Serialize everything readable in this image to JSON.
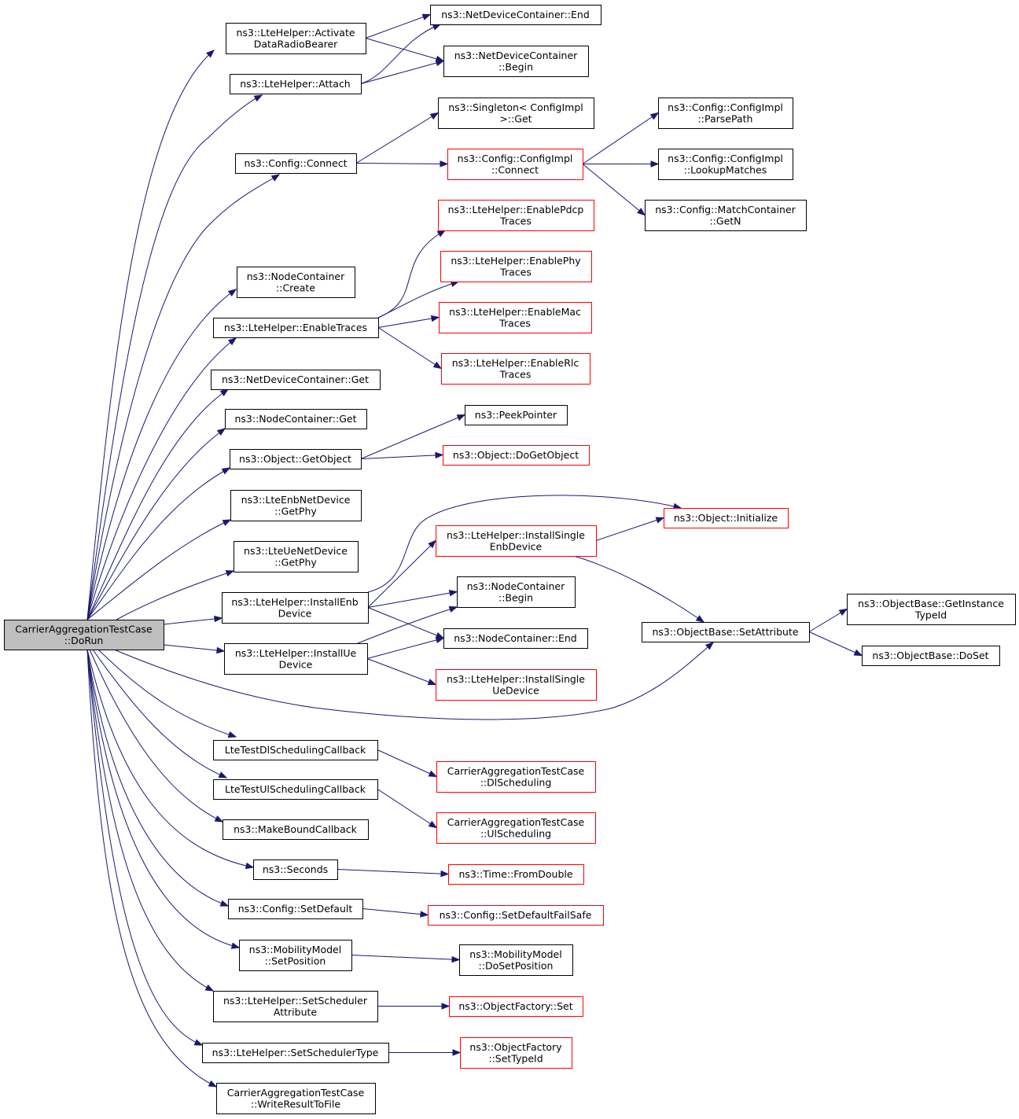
{
  "colors": {
    "edge": "#191970",
    "root_fill": "#bfbfbf",
    "node_fill": "#ffffff",
    "border_black": "#000000",
    "border_red": "#ff0000"
  },
  "nodes": [
    {
      "id": "root",
      "lines": [
        "CarrierAggregationTestCase",
        "::DoRun"
      ],
      "border": "black",
      "root": true
    },
    {
      "id": "activate",
      "lines": [
        "ns3::LteHelper::Activate",
        "DataRadioBearer"
      ],
      "border": "black"
    },
    {
      "id": "ndc_end",
      "lines": [
        "ns3::NetDeviceContainer::End"
      ],
      "border": "black"
    },
    {
      "id": "ndc_begin",
      "lines": [
        "ns3::NetDeviceContainer",
        "::Begin"
      ],
      "border": "black"
    },
    {
      "id": "attach",
      "lines": [
        "ns3::LteHelper::Attach"
      ],
      "border": "black"
    },
    {
      "id": "singleton_get",
      "lines": [
        "ns3::Singleton< ConfigImpl",
        ">::Get"
      ],
      "border": "black"
    },
    {
      "id": "config_connect",
      "lines": [
        "ns3::Config::Connect"
      ],
      "border": "black"
    },
    {
      "id": "configimpl_connect",
      "lines": [
        "ns3::Config::ConfigImpl",
        "::Connect"
      ],
      "border": "red"
    },
    {
      "id": "parsepath",
      "lines": [
        "ns3::Config::ConfigImpl",
        "::ParsePath"
      ],
      "border": "black"
    },
    {
      "id": "lookupmatches",
      "lines": [
        "ns3::Config::ConfigImpl",
        "::LookupMatches"
      ],
      "border": "black"
    },
    {
      "id": "matchcontainer_getn",
      "lines": [
        "ns3::Config::MatchContainer",
        "::GetN"
      ],
      "border": "black"
    },
    {
      "id": "enable_pdcp",
      "lines": [
        "ns3::LteHelper::EnablePdcp",
        "Traces"
      ],
      "border": "red"
    },
    {
      "id": "enable_phy",
      "lines": [
        "ns3::LteHelper::EnablePhy",
        "Traces"
      ],
      "border": "red"
    },
    {
      "id": "nodecontainer_create",
      "lines": [
        "ns3::NodeContainer",
        "::Create"
      ],
      "border": "black"
    },
    {
      "id": "enable_traces",
      "lines": [
        "ns3::LteHelper::EnableTraces"
      ],
      "border": "black"
    },
    {
      "id": "enable_mac",
      "lines": [
        "ns3::LteHelper::EnableMac",
        "Traces"
      ],
      "border": "red"
    },
    {
      "id": "enable_rlc",
      "lines": [
        "ns3::LteHelper::EnableRlc",
        "Traces"
      ],
      "border": "red"
    },
    {
      "id": "ndc_get",
      "lines": [
        "ns3::NetDeviceContainer::Get"
      ],
      "border": "black"
    },
    {
      "id": "nc_get",
      "lines": [
        "ns3::NodeContainer::Get"
      ],
      "border": "black"
    },
    {
      "id": "peekpointer",
      "lines": [
        "ns3::PeekPointer"
      ],
      "border": "black"
    },
    {
      "id": "getobject",
      "lines": [
        "ns3::Object::GetObject"
      ],
      "border": "black"
    },
    {
      "id": "dogetobject",
      "lines": [
        "ns3::Object::DoGetObject"
      ],
      "border": "red"
    },
    {
      "id": "enb_getphy",
      "lines": [
        "ns3::LteEnbNetDevice",
        "::GetPhy"
      ],
      "border": "black"
    },
    {
      "id": "object_initialize",
      "lines": [
        "ns3::Object::Initialize"
      ],
      "border": "red"
    },
    {
      "id": "install_single_enb",
      "lines": [
        "ns3::LteHelper::InstallSingle",
        "EnbDevice"
      ],
      "border": "red"
    },
    {
      "id": "ue_getphy",
      "lines": [
        "ns3::LteUeNetDevice",
        "::GetPhy"
      ],
      "border": "black"
    },
    {
      "id": "install_enb",
      "lines": [
        "ns3::LteHelper::InstallEnb",
        "Device"
      ],
      "border": "black"
    },
    {
      "id": "nc_begin",
      "lines": [
        "ns3::NodeContainer",
        "::Begin"
      ],
      "border": "black"
    },
    {
      "id": "getinstancetypeid",
      "lines": [
        "ns3::ObjectBase::GetInstance",
        "TypeId"
      ],
      "border": "black"
    },
    {
      "id": "setattribute",
      "lines": [
        "ns3::ObjectBase::SetAttribute"
      ],
      "border": "black"
    },
    {
      "id": "nc_end",
      "lines": [
        "ns3::NodeContainer::End"
      ],
      "border": "black"
    },
    {
      "id": "install_ue",
      "lines": [
        "ns3::LteHelper::InstallUe",
        "Device"
      ],
      "border": "black"
    },
    {
      "id": "doset",
      "lines": [
        "ns3::ObjectBase::DoSet"
      ],
      "border": "black"
    },
    {
      "id": "install_single_ue",
      "lines": [
        "ns3::LteHelper::InstallSingle",
        "UeDevice"
      ],
      "border": "red"
    },
    {
      "id": "dl_callback",
      "lines": [
        "LteTestDlSchedulingCallback"
      ],
      "border": "black"
    },
    {
      "id": "dl_scheduling",
      "lines": [
        "CarrierAggregationTestCase",
        "::DlScheduling"
      ],
      "border": "red"
    },
    {
      "id": "ul_callback",
      "lines": [
        "LteTestUlSchedulingCallback"
      ],
      "border": "black"
    },
    {
      "id": "ul_scheduling",
      "lines": [
        "CarrierAggregationTestCase",
        "::UlScheduling"
      ],
      "border": "red"
    },
    {
      "id": "makeboundcallback",
      "lines": [
        "ns3::MakeBoundCallback"
      ],
      "border": "black"
    },
    {
      "id": "seconds",
      "lines": [
        "ns3::Seconds"
      ],
      "border": "black"
    },
    {
      "id": "fromdouble",
      "lines": [
        "ns3::Time::FromDouble"
      ],
      "border": "red"
    },
    {
      "id": "setdefault",
      "lines": [
        "ns3::Config::SetDefault"
      ],
      "border": "black"
    },
    {
      "id": "setdefaultfailsafe",
      "lines": [
        "ns3::Config::SetDefaultFailSafe"
      ],
      "border": "red"
    },
    {
      "id": "mm_setposition",
      "lines": [
        "ns3::MobilityModel",
        "::SetPosition"
      ],
      "border": "black"
    },
    {
      "id": "mm_dosetposition",
      "lines": [
        "ns3::MobilityModel",
        "::DoSetPosition"
      ],
      "border": "black"
    },
    {
      "id": "set_scheduler_attr",
      "lines": [
        "ns3::LteHelper::SetScheduler",
        "Attribute"
      ],
      "border": "black"
    },
    {
      "id": "objectfactory_set",
      "lines": [
        "ns3::ObjectFactory::Set"
      ],
      "border": "red"
    },
    {
      "id": "set_scheduler_type",
      "lines": [
        "ns3::LteHelper::SetSchedulerType"
      ],
      "border": "black"
    },
    {
      "id": "objectfactory_settypeid",
      "lines": [
        "ns3::ObjectFactory",
        "::SetTypeId"
      ],
      "border": "red"
    },
    {
      "id": "writeresult",
      "lines": [
        "CarrierAggregationTestCase",
        "::WriteResultToFile"
      ],
      "border": "black"
    }
  ],
  "edges": [
    {
      "from": "root",
      "to": "activate"
    },
    {
      "from": "root",
      "to": "attach"
    },
    {
      "from": "root",
      "to": "config_connect"
    },
    {
      "from": "root",
      "to": "nodecontainer_create"
    },
    {
      "from": "root",
      "to": "enable_traces"
    },
    {
      "from": "root",
      "to": "ndc_get"
    },
    {
      "from": "root",
      "to": "nc_get"
    },
    {
      "from": "root",
      "to": "getobject"
    },
    {
      "from": "root",
      "to": "enb_getphy"
    },
    {
      "from": "root",
      "to": "ue_getphy"
    },
    {
      "from": "root",
      "to": "install_enb"
    },
    {
      "from": "root",
      "to": "install_ue"
    },
    {
      "from": "root",
      "to": "setattribute"
    },
    {
      "from": "root",
      "to": "dl_callback"
    },
    {
      "from": "root",
      "to": "ul_callback"
    },
    {
      "from": "root",
      "to": "makeboundcallback"
    },
    {
      "from": "root",
      "to": "seconds"
    },
    {
      "from": "root",
      "to": "setdefault"
    },
    {
      "from": "root",
      "to": "mm_setposition"
    },
    {
      "from": "root",
      "to": "set_scheduler_attr"
    },
    {
      "from": "root",
      "to": "set_scheduler_type"
    },
    {
      "from": "root",
      "to": "writeresult"
    },
    {
      "from": "activate",
      "to": "ndc_end"
    },
    {
      "from": "activate",
      "to": "ndc_begin"
    },
    {
      "from": "attach",
      "to": "ndc_end"
    },
    {
      "from": "attach",
      "to": "ndc_begin"
    },
    {
      "from": "config_connect",
      "to": "singleton_get"
    },
    {
      "from": "config_connect",
      "to": "configimpl_connect"
    },
    {
      "from": "configimpl_connect",
      "to": "parsepath"
    },
    {
      "from": "configimpl_connect",
      "to": "lookupmatches"
    },
    {
      "from": "configimpl_connect",
      "to": "matchcontainer_getn"
    },
    {
      "from": "enable_traces",
      "to": "enable_pdcp"
    },
    {
      "from": "enable_traces",
      "to": "enable_phy"
    },
    {
      "from": "enable_traces",
      "to": "enable_mac"
    },
    {
      "from": "enable_traces",
      "to": "enable_rlc"
    },
    {
      "from": "getobject",
      "to": "peekpointer"
    },
    {
      "from": "getobject",
      "to": "dogetobject"
    },
    {
      "from": "install_enb",
      "to": "object_initialize"
    },
    {
      "from": "install_enb",
      "to": "install_single_enb"
    },
    {
      "from": "install_enb",
      "to": "nc_begin"
    },
    {
      "from": "install_enb",
      "to": "nc_end"
    },
    {
      "from": "install_single_enb",
      "to": "object_initialize"
    },
    {
      "from": "install_single_enb",
      "to": "setattribute"
    },
    {
      "from": "install_ue",
      "to": "nc_begin"
    },
    {
      "from": "install_ue",
      "to": "nc_end"
    },
    {
      "from": "install_ue",
      "to": "install_single_ue"
    },
    {
      "from": "setattribute",
      "to": "getinstancetypeid"
    },
    {
      "from": "setattribute",
      "to": "doset"
    },
    {
      "from": "dl_callback",
      "to": "dl_scheduling"
    },
    {
      "from": "ul_callback",
      "to": "ul_scheduling"
    },
    {
      "from": "seconds",
      "to": "fromdouble"
    },
    {
      "from": "setdefault",
      "to": "setdefaultfailsafe"
    },
    {
      "from": "mm_setposition",
      "to": "mm_dosetposition"
    },
    {
      "from": "set_scheduler_attr",
      "to": "objectfactory_set"
    },
    {
      "from": "set_scheduler_type",
      "to": "objectfactory_settypeid"
    }
  ]
}
